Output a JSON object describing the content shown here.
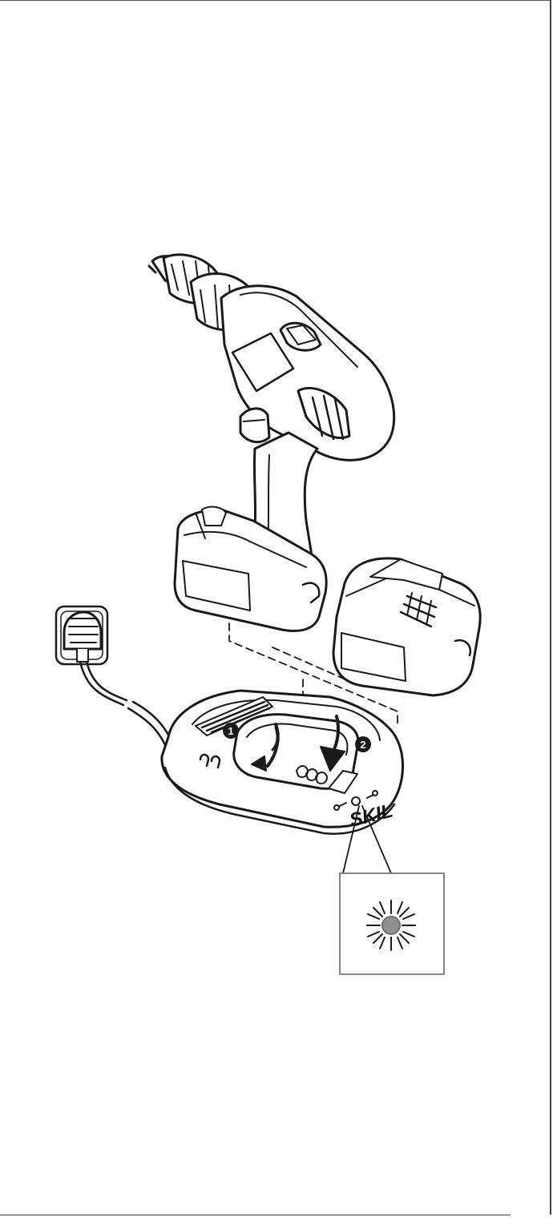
{
  "figure": {
    "step_labels": [
      "1",
      "2"
    ],
    "brand_logo": "SKIL",
    "icons": {
      "drill": "cordless-drill-icon",
      "battery": "battery-pack-icon",
      "charger": "battery-charger-icon",
      "outlet": "wall-outlet-plug-icon",
      "indicator": "flashing-led-icon"
    },
    "colors": {
      "line": "#1a1a1a",
      "led": "#8f8f8f",
      "panel_border": "#777777",
      "background": "#ffffff"
    }
  }
}
